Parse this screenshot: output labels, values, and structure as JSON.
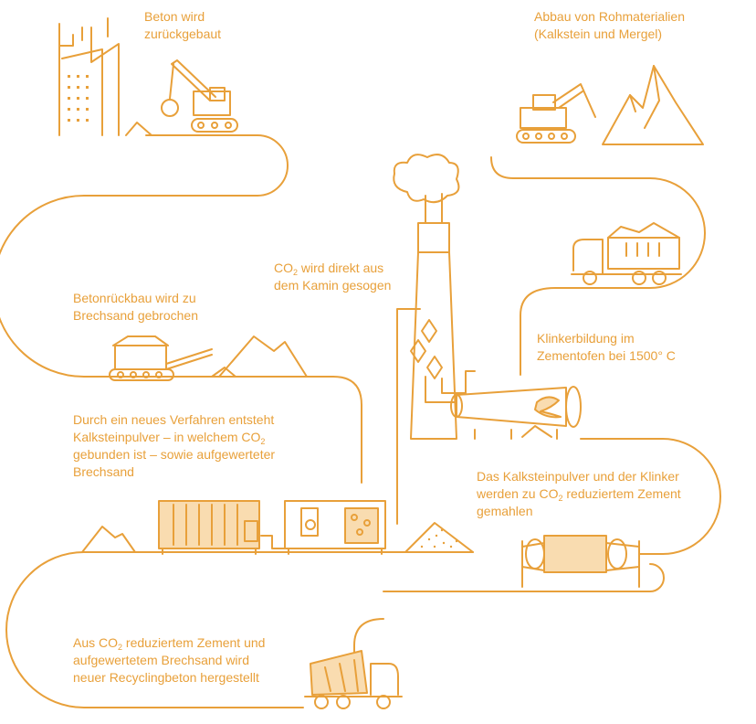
{
  "accent_color": "#e8a03a",
  "fill_color": "#f9dcb0",
  "steps": {
    "demolition": {
      "lines": [
        "Beton wird",
        "zurückgebaut"
      ]
    },
    "mining": {
      "lines": [
        "Abbau von Rohmaterialien",
        "(Kalkstein und Mergel)"
      ]
    },
    "capture": {
      "l1_a": "CO",
      "l1_sub": "2",
      "l1_b": " wird direkt aus",
      "l2": "dem Kamin gesogen"
    },
    "crushing": {
      "lines": [
        "Betonrückbau wird zu",
        "Brechsand gebrochen"
      ]
    },
    "clinker": {
      "lines": [
        "Klinkerbildung im",
        "Zementofen bei 1500° C"
      ]
    },
    "process": {
      "l1": "Durch ein neues Verfahren entsteht",
      "l2_a": "Kalksteinpulver – in welchem CO",
      "l2_sub": "2",
      "l3": "gebunden ist – sowie aufgewerteter",
      "l4": "Brechsand"
    },
    "grinding": {
      "l1": "Das Kalksteinpulver und der Klinker",
      "l2_a": "werden zu CO",
      "l2_sub": "2",
      "l2_b": " reduziertem Zement",
      "l3": "gemahlen"
    },
    "concrete": {
      "l1_a": "Aus CO",
      "l1_sub": "2",
      "l1_b": " reduziertem Zement und",
      "l2": "aufgewertetem Brechsand wird",
      "l3": "neuer Recyclingbeton hergestellt"
    }
  }
}
